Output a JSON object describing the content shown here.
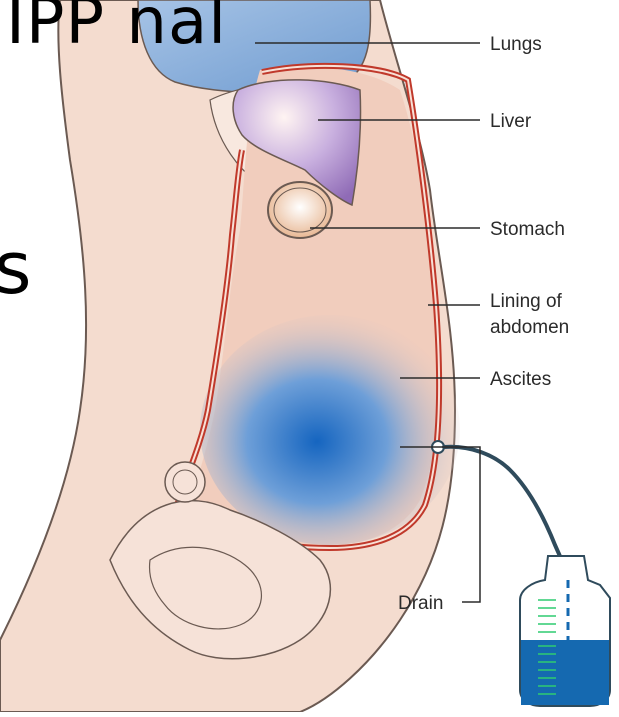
{
  "slide_fragments": {
    "top": "IPP   nal",
    "left": "s"
  },
  "labels": {
    "lungs": "Lungs",
    "liver": "Liver",
    "stomach": "Stomach",
    "lining_line1": "Lining of",
    "lining_line2": "abdomen",
    "ascites": "Ascites",
    "drain": "Drain"
  },
  "colors": {
    "skin": "#f4dccf",
    "outline": "#6b5a52",
    "lining": "#c0392b",
    "lungs": "#8fb3dc",
    "liver": "#b79bd0",
    "stomach": "#f2c9a4",
    "ascites_fluid": "#1565c0",
    "bag_fluid": "#1569b0",
    "tube": "#2f4b5c",
    "bag_marks": "#2ecc71"
  }
}
